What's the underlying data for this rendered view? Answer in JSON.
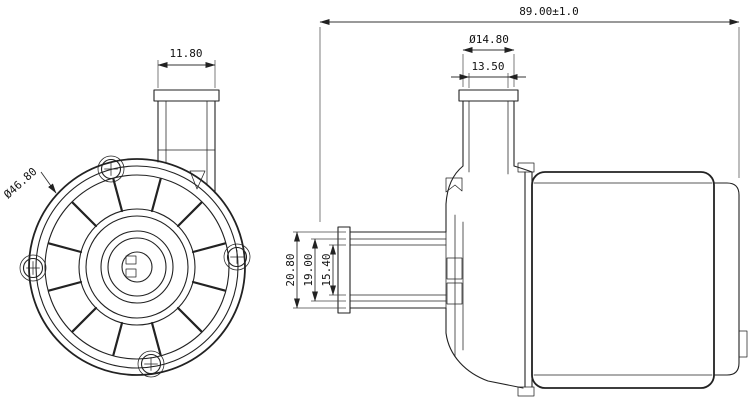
{
  "drawing": {
    "background": "#ffffff",
    "line_color": "#222222",
    "front_view": {
      "dim_port_width": "11.80",
      "dim_body_diameter": "Ø46.80"
    },
    "side_view": {
      "dim_overall_length": "89.00±1.0",
      "dim_outlet_od": "Ø14.80",
      "dim_outlet_bore": "13.50",
      "dim_inlet_od": "20.80",
      "dim_inlet_step": "19.00",
      "dim_inlet_bore": "15.40"
    }
  }
}
